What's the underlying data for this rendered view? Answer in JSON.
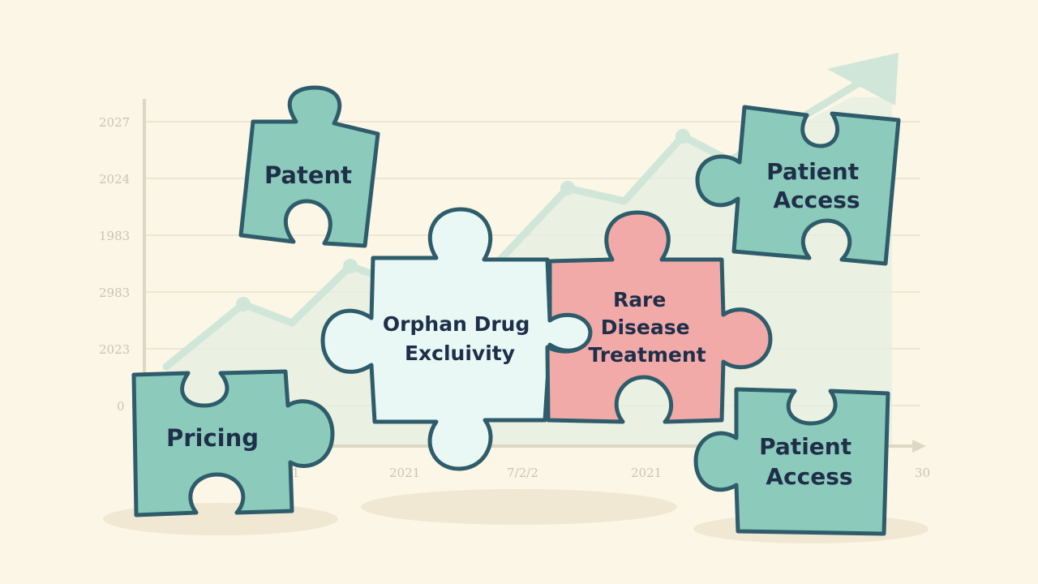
{
  "colors": {
    "background": "#fbf6e6",
    "teal_piece": "#8ccbbc",
    "light_piece": "#e9f8f5",
    "pink_piece": "#f2aaa8",
    "outline": "#2f5c6b",
    "text": "#1f2f4a",
    "chart_line": "#cfe6d8",
    "grid": "#ece6d2",
    "shadow": "#f1e8d4"
  },
  "chart": {
    "y_ticks": [
      "2027",
      "2024",
      "1983",
      "2983",
      "2023",
      "0"
    ],
    "x_ticks": [
      "1",
      "2021",
      "7/2/2",
      "2021",
      "30"
    ]
  },
  "pieces": {
    "patent": [
      "Patent"
    ],
    "patient_access_top": [
      "Patient",
      "Access"
    ],
    "orphan": [
      "Orphan Drug",
      "Excluivity"
    ],
    "rare": [
      "Rare",
      "Disease",
      "Treatment"
    ],
    "pricing": [
      "Pricing"
    ],
    "patient_access_bottom": [
      "Patient",
      "Access"
    ]
  }
}
